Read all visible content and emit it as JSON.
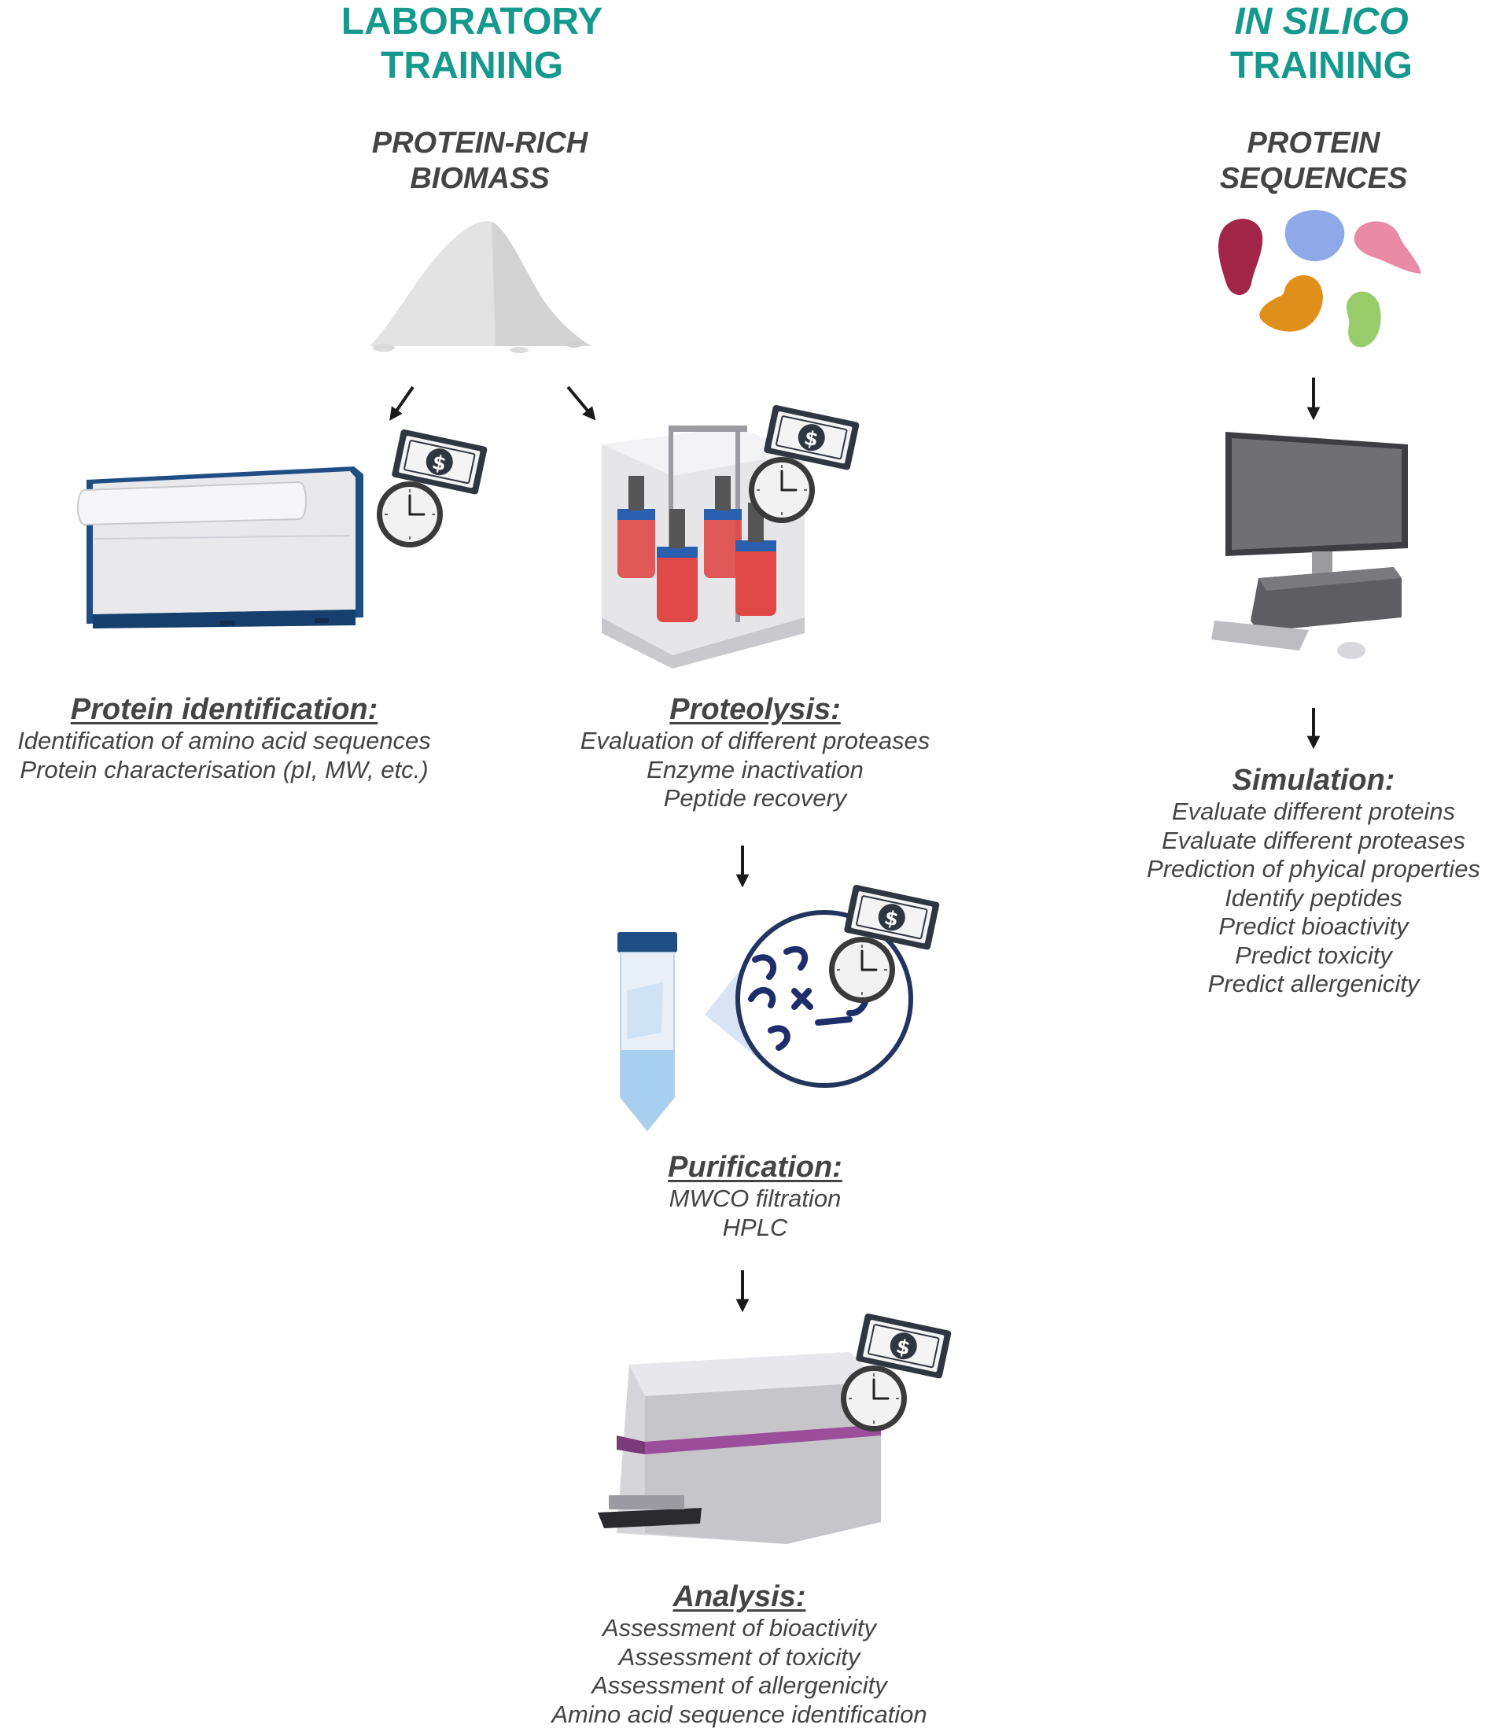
{
  "lab": {
    "title_line1": "LABORATORY",
    "title_line2": "TRAINING",
    "source_line1": "PROTEIN-RICH",
    "source_line2": "BIOMASS"
  },
  "silico": {
    "title_line1": "IN SILICO",
    "title_line2": "TRAINING",
    "source_line1": "PROTEIN",
    "source_line2": "SEQUENCES"
  },
  "steps": {
    "protein_identification": {
      "heading": "Protein identification:",
      "lines": [
        "Identification of amino acid sequences",
        "Protein characterisation (pI, MW, etc.)"
      ]
    },
    "proteolysis": {
      "heading": "Proteolysis:",
      "lines": [
        "Evaluation of different proteases",
        "Enzyme inactivation",
        "Peptide recovery"
      ]
    },
    "purification": {
      "heading": "Purification:",
      "lines": [
        "MWCO filtration",
        "HPLC"
      ]
    },
    "analysis": {
      "heading": "Analysis:",
      "lines": [
        "Assessment of bioactivity",
        "Assessment of toxicity",
        "Assessment of allergenicity",
        "Amino acid sequence identification"
      ]
    },
    "simulation": {
      "heading": "Simulation:",
      "lines": [
        "Evaluate different proteins",
        "Evaluate different proteases",
        "Prediction of phyical properties",
        "Identify peptides",
        "Predict bioactivity",
        "Predict toxicity",
        "Predict allergenicity"
      ]
    }
  },
  "cost_badge_symbol": "$",
  "colors": {
    "title_teal": "#16998d",
    "text_gray": "#444444",
    "money_green_dark": "#2f3640",
    "reactor_red": "#e04848",
    "reader_purple": "#9b4f9b",
    "protein_colors": [
      "#a3254a",
      "#8fa9e8",
      "#e98aa6",
      "#e0901a",
      "#98cc6a"
    ]
  },
  "icons": [
    "biomass-powder-icon",
    "mass-spectrometer-icon",
    "bioreactor-icon",
    "centrifuge-tube-icon",
    "peptide-magnifier-icon",
    "plate-reader-icon",
    "protein-structures-icon",
    "desktop-computer-icon",
    "dollar-bill-icon",
    "clock-icon",
    "arrow-icon"
  ]
}
